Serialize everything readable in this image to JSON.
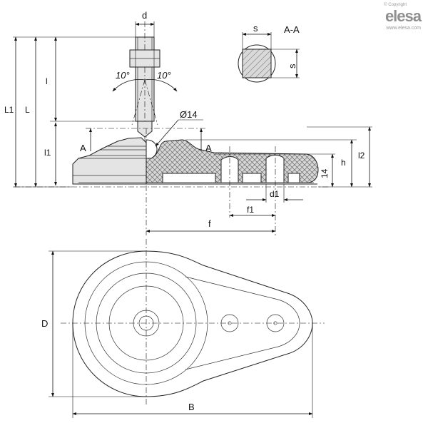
{
  "brand": {
    "copyright": "© Copyright",
    "name": "elesa",
    "website": "www.elesa.com"
  },
  "labels": {
    "d": "d",
    "s_top": "s",
    "section": "A-A",
    "s_side": "s",
    "L1": "L1",
    "L": "L",
    "l": "l",
    "l1": "l1",
    "angle_left": "10°",
    "angle_right": "10°",
    "dia14": "Ø14",
    "A_left": "A",
    "A_right": "A",
    "h": "h",
    "l2": "l2",
    "d14": "14",
    "d1": "d1",
    "f1": "f1",
    "f": "f",
    "D": "D",
    "B": "B"
  }
}
